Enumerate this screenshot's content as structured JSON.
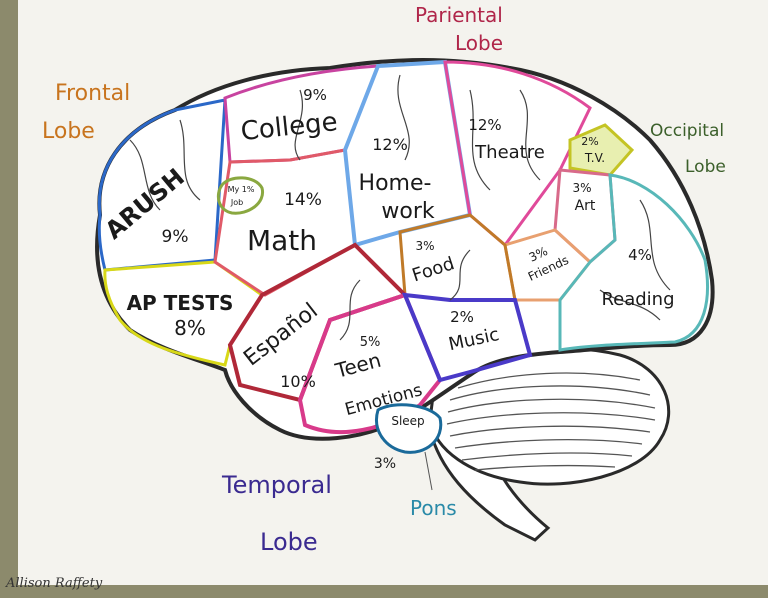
{
  "lobes": {
    "frontal": [
      "Frontal",
      "Lobe"
    ],
    "parietal": [
      "Pariental",
      "Lobe"
    ],
    "occipital": [
      "Occipital",
      "Lobe"
    ],
    "temporal": [
      "Temporal",
      "Lobe"
    ],
    "pons": "Pons"
  },
  "regions": {
    "arush": {
      "label": "ARUSH",
      "percent": "9%"
    },
    "ap_tests": {
      "label": "AP TESTS",
      "percent": "8%"
    },
    "college": {
      "label": "College",
      "percent": "9%"
    },
    "my_job": {
      "label_line1": "My 1%",
      "label_line2": "Job"
    },
    "math": {
      "label": "Math",
      "percent": "14%"
    },
    "homework": {
      "label_line1": "Home-",
      "label_line2": "work",
      "percent": "12%"
    },
    "theatre": {
      "label": "Theatre",
      "percent": "12%"
    },
    "tv": {
      "label": "T.V.",
      "percent": "2%"
    },
    "art": {
      "label": "Art",
      "percent": "3%"
    },
    "friends": {
      "label": "Friends",
      "percent": "3%"
    },
    "reading": {
      "label": "Reading",
      "percent": "4%"
    },
    "food": {
      "label": "Food",
      "percent": "3%"
    },
    "espanol": {
      "label": "Español",
      "percent": "10%"
    },
    "teen_emotions": {
      "label_line1": "Teen",
      "label_line2": "Emotions",
      "percent": "5%"
    },
    "music": {
      "label": "Music",
      "percent": "2%"
    },
    "sleep": {
      "label": "Sleep",
      "percent": "3%"
    }
  },
  "signature": "Allison Raffety",
  "colors": {
    "frontal_label": "#c8741e",
    "parietal_label": "#b0264a",
    "occipital_label": "#3b5f2a",
    "temporal_label": "#3a2a90",
    "pons_label": "#2a8aa8",
    "outline": "#2a2a2a"
  }
}
